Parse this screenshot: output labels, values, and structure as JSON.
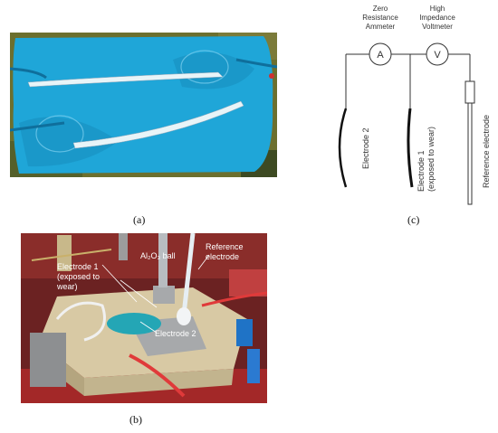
{
  "panels": {
    "a": {
      "label": "(a)"
    },
    "b": {
      "label": "(b)",
      "annotations": {
        "ball": "Al₂O₃ ball",
        "reference_line1": "Reference",
        "reference_line2": "electrode",
        "electrode1_line1": "Electrode 1",
        "electrode1_line2": "(exposed to",
        "electrode1_line3": "wear)",
        "electrode2": "Electrode 2"
      }
    },
    "c": {
      "label": "(c)",
      "ammeter": {
        "line1": "Zero",
        "line2": "Resistance",
        "line3": "Ammeter",
        "symbol": "A"
      },
      "voltmeter": {
        "line1": "High",
        "line2": "Impedance",
        "line3": "Voltmeter",
        "symbol": "V"
      },
      "electrode2": "Electrode 2",
      "electrode1_line1": "Electrode 1",
      "electrode1_line2": "(exposed to wear)",
      "reference": "Reference electrode"
    }
  },
  "colors": {
    "resin_blue": "#1fa6d8",
    "resin_dark": "#0f6f9c",
    "photo_a_bg": "#6a6e2c",
    "bench_red": "#b22a2a",
    "holder_beige": "#d8c9a4",
    "metal_grey": "#a7a9ab"
  }
}
